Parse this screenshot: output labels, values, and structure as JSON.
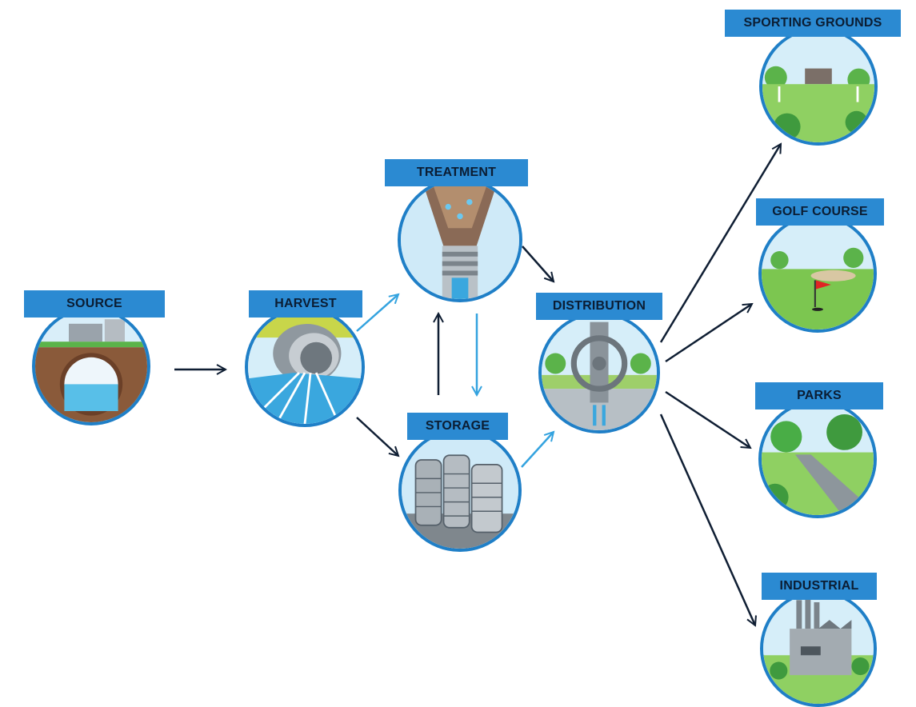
{
  "nodes": {
    "source": {
      "label": "SOURCE"
    },
    "harvest": {
      "label": "HARVEST"
    },
    "treatment": {
      "label": "TREATMENT"
    },
    "storage": {
      "label": "STORAGE"
    },
    "distribution": {
      "label": "DISTRIBUTION"
    },
    "sporting_grounds": {
      "label": "SPORTING GROUNDS"
    },
    "golf_course": {
      "label": "GOLF COURSE"
    },
    "parks": {
      "label": "PARKS"
    },
    "industrial": {
      "label": "INDUSTRIAL"
    }
  },
  "colors": {
    "label_bg": "#2b8ad2",
    "label_text": "#0b1d33",
    "ring": "#1f7fc7",
    "arrow_dark": "#0f1e33",
    "arrow_light": "#34a3df"
  },
  "edges": [
    {
      "from": "source",
      "to": "harvest",
      "style": "dark"
    },
    {
      "from": "harvest",
      "to": "treatment",
      "style": "light"
    },
    {
      "from": "harvest",
      "to": "storage",
      "style": "dark"
    },
    {
      "from": "storage",
      "to": "treatment",
      "style": "dark"
    },
    {
      "from": "treatment",
      "to": "storage",
      "style": "light"
    },
    {
      "from": "treatment",
      "to": "distribution",
      "style": "dark"
    },
    {
      "from": "storage",
      "to": "distribution",
      "style": "light"
    },
    {
      "from": "distribution",
      "to": "sporting_grounds",
      "style": "dark"
    },
    {
      "from": "distribution",
      "to": "golf_course",
      "style": "dark"
    },
    {
      "from": "distribution",
      "to": "parks",
      "style": "dark"
    },
    {
      "from": "distribution",
      "to": "industrial",
      "style": "dark"
    }
  ]
}
